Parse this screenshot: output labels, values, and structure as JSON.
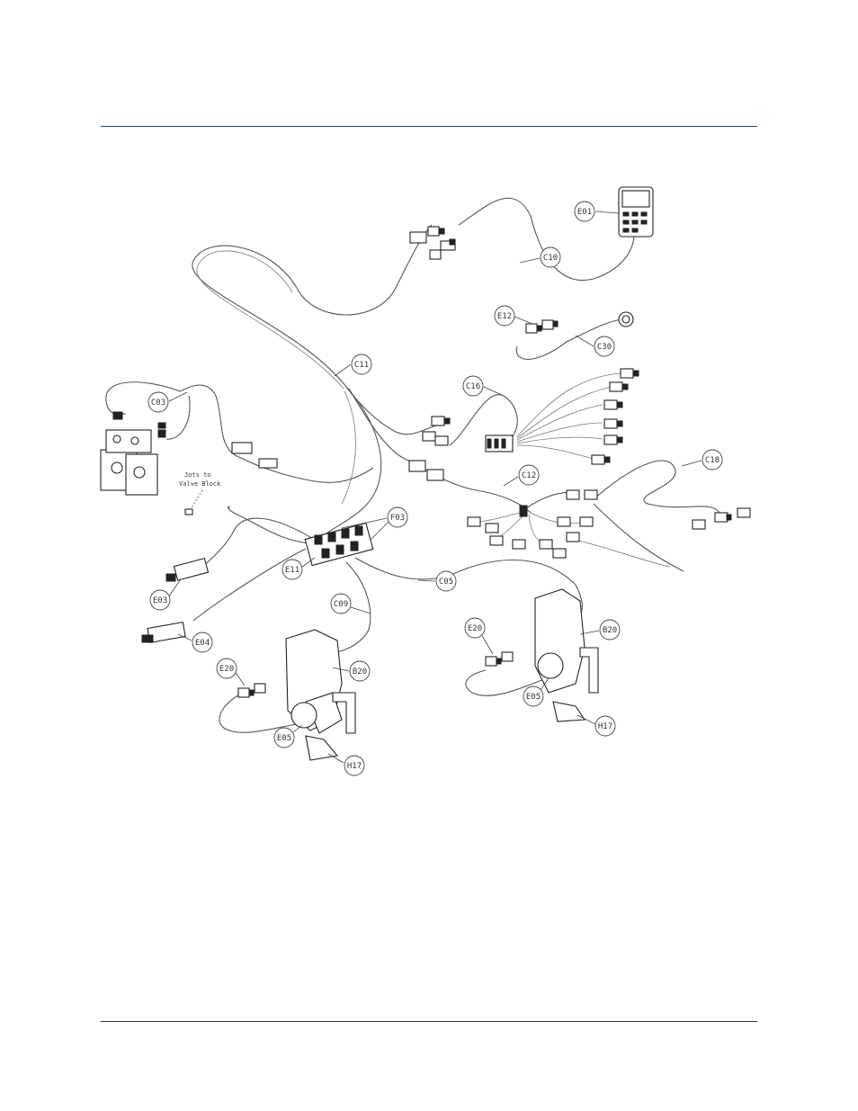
{
  "callouts": {
    "e01": "E01",
    "c10": "C10",
    "e12": "E12",
    "c30": "C30",
    "c11": "C11",
    "c03": "C03",
    "c16": "C16",
    "c12": "C12",
    "c18": "C18",
    "f03": "F03",
    "e11": "E11",
    "e03": "E03",
    "c05": "C05",
    "c09": "C09",
    "e04": "E04",
    "e20_left": "E20",
    "b20_left": "B20",
    "e05_left": "E05",
    "h17_left": "H17",
    "e20_right": "E20",
    "b20_right": "B20",
    "e05_right": "E05",
    "h17_right": "H17"
  },
  "note": {
    "line1": "Jots to",
    "line2": "Valve Block"
  }
}
